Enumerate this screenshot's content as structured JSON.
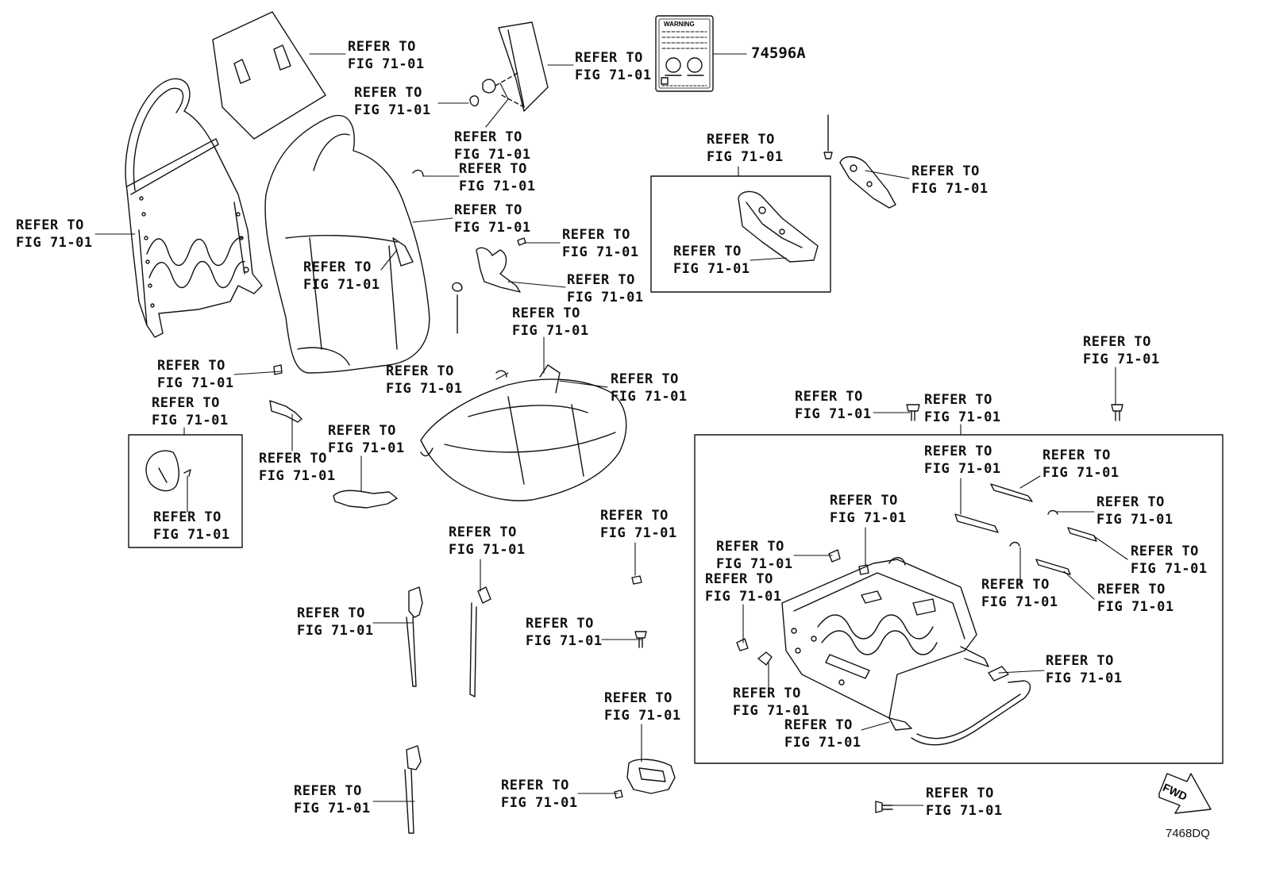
{
  "diagram": {
    "part_number": "74596A",
    "illustration_code": "7468DQ",
    "fwd_label": "FWD",
    "warning_label": "WARNING",
    "callout_line1": "REFER TO",
    "callout_line2": "FIG 71-01"
  },
  "callouts": [
    {
      "id": "c01"
    },
    {
      "id": "c02"
    },
    {
      "id": "c03"
    },
    {
      "id": "c04"
    },
    {
      "id": "c05"
    },
    {
      "id": "c06"
    },
    {
      "id": "c07"
    },
    {
      "id": "c08"
    },
    {
      "id": "c09"
    },
    {
      "id": "c10"
    },
    {
      "id": "c11"
    },
    {
      "id": "c12"
    },
    {
      "id": "c13"
    },
    {
      "id": "c14"
    },
    {
      "id": "c15"
    },
    {
      "id": "c16"
    },
    {
      "id": "c17"
    },
    {
      "id": "c18"
    },
    {
      "id": "c19"
    },
    {
      "id": "c20"
    },
    {
      "id": "c21"
    },
    {
      "id": "c22"
    },
    {
      "id": "c23"
    },
    {
      "id": "c24"
    },
    {
      "id": "c25"
    },
    {
      "id": "c26"
    },
    {
      "id": "c27"
    },
    {
      "id": "c28"
    },
    {
      "id": "c29"
    },
    {
      "id": "c30"
    },
    {
      "id": "c31"
    },
    {
      "id": "c32"
    },
    {
      "id": "c33"
    },
    {
      "id": "c34"
    },
    {
      "id": "c35"
    },
    {
      "id": "c36"
    },
    {
      "id": "c37"
    },
    {
      "id": "c38"
    },
    {
      "id": "c39"
    },
    {
      "id": "c40"
    },
    {
      "id": "c41"
    },
    {
      "id": "c42"
    },
    {
      "id": "c43"
    },
    {
      "id": "c44"
    },
    {
      "id": "c45"
    }
  ]
}
